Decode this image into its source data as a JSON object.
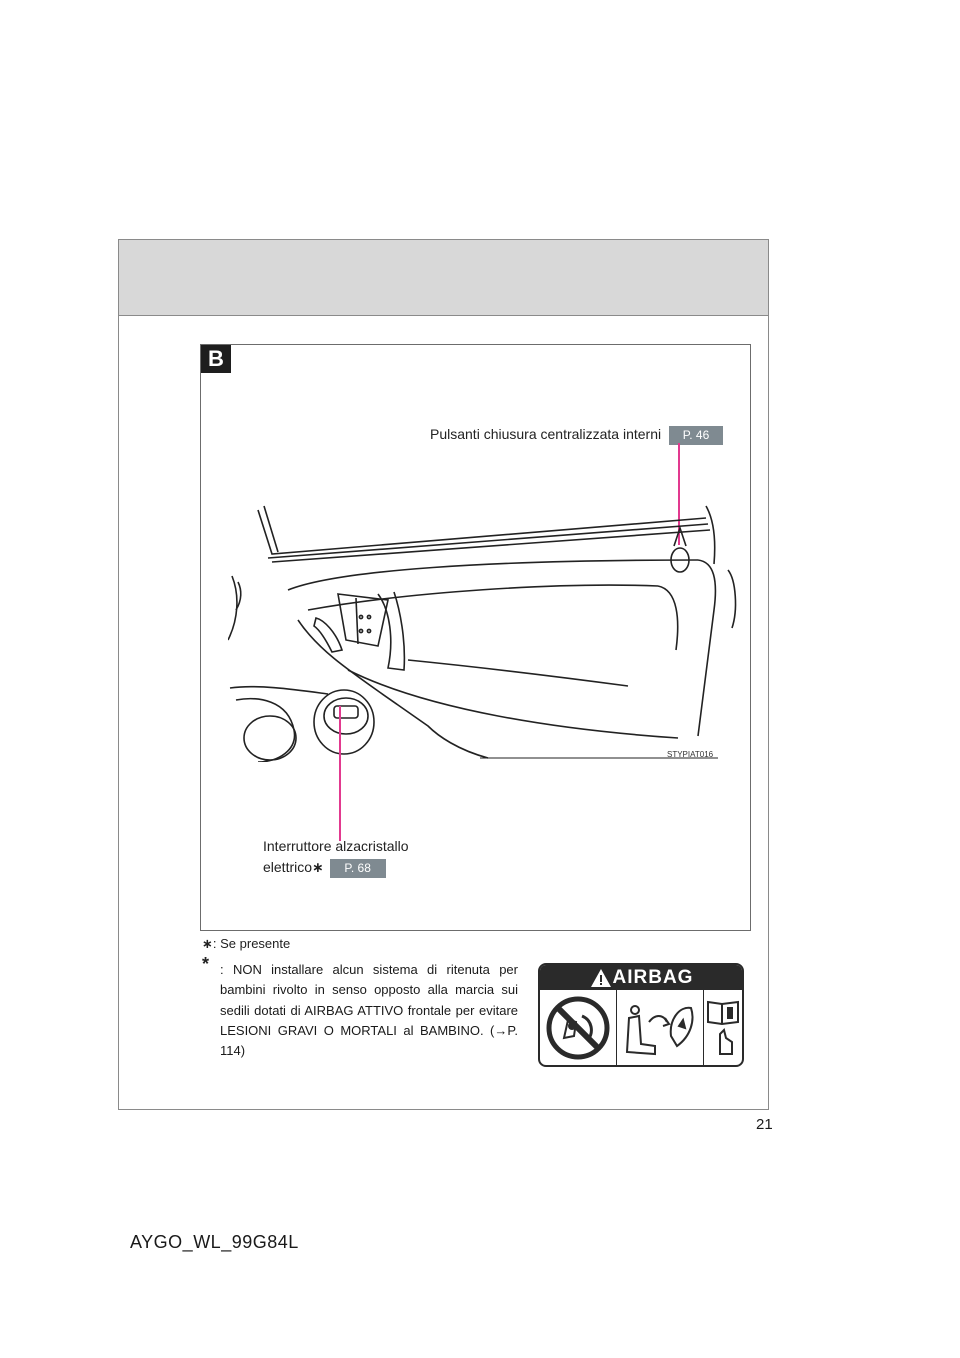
{
  "section_badge": "B",
  "callouts": {
    "lock_buttons": {
      "label": "Pulsanti chiusura centralizzata interni",
      "page": "P. 46"
    },
    "window_switch": {
      "label_line1": "Interruttore alzacristallo",
      "label_line2": "elettrico",
      "asterisk": "∗",
      "page": "P. 68"
    }
  },
  "illustration_code": "STYPIAT016",
  "footnotes": {
    "presence": {
      "mark": "∗",
      "text": ": Se presente"
    },
    "warning": {
      "mark": "*",
      "text": ": NON installare alcun sistema di ritenuta per bambini rivolto in senso opposto alla marcia sui sedili dotati di AIRBAG ATTIVO frontale per evitare LESIONI GRAVI O MORTALI al BAMBINO. (→P. 114)"
    }
  },
  "airbag_label": {
    "title": "AIRBAG",
    "icons": [
      "no-rear-facing-child-seat-icon",
      "airbag-deploy-icon",
      "read-manual-icon"
    ]
  },
  "page_number": "21",
  "doc_code": "AYGO_WL_99G84L",
  "colors": {
    "leader": "#e2398f",
    "chip": "#7f8a91",
    "header_band": "#d8d8d8"
  }
}
